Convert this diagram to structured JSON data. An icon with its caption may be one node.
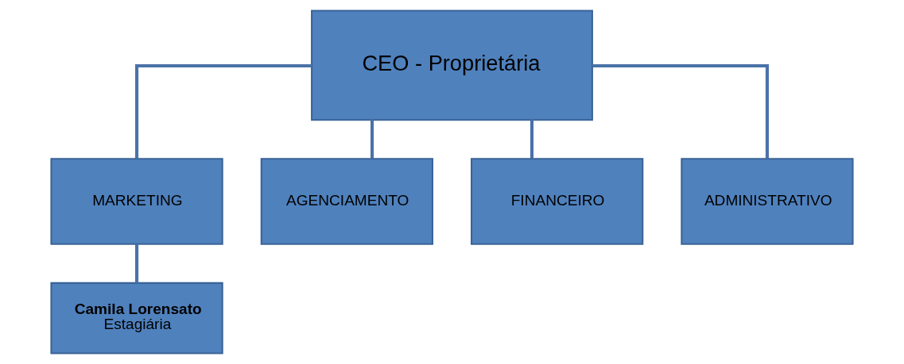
{
  "diagram": {
    "nodes": [
      {
        "text": [
          "CEO - Proprietária"
        ]
      },
      {
        "text": [
          "MARKETING"
        ]
      },
      {
        "text": [
          "AGENCIAMENTO"
        ]
      },
      {
        "text": [
          "FINANCEIRO"
        ]
      },
      {
        "text": [
          "ADMINISTRATIVO"
        ]
      },
      {
        "text": [
          "Camila Lorensato",
          "Estagiária"
        ]
      }
    ],
    "edges": [
      {
        "from": 0,
        "to": 1,
        "arrow": "none"
      },
      {
        "from": 0,
        "to": 2,
        "arrow": "none"
      },
      {
        "from": 0,
        "to": 3,
        "arrow": "none"
      },
      {
        "from": 0,
        "to": 4,
        "arrow": "none"
      },
      {
        "from": 1,
        "to": 5,
        "arrow": "none"
      }
    ]
  }
}
